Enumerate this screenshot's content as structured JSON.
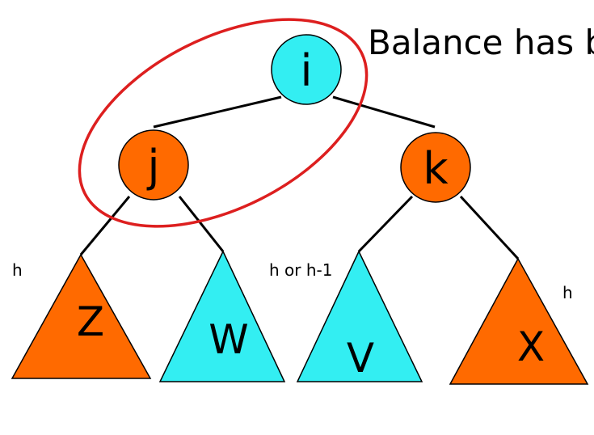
{
  "title": "Balance has b",
  "colors": {
    "cyan": "#33eef2",
    "orange": "#ff6a00",
    "outline": "#000000",
    "highlight": "#dd1f1f"
  },
  "nodes": [
    {
      "id": "i",
      "label": "i",
      "color": "cyan"
    },
    {
      "id": "j",
      "label": "j",
      "color": "orange"
    },
    {
      "id": "k",
      "label": "k",
      "color": "orange"
    }
  ],
  "subtrees": [
    {
      "id": "Z",
      "label": "Z",
      "color": "orange"
    },
    {
      "id": "W",
      "label": "W",
      "color": "cyan"
    },
    {
      "id": "V",
      "label": "V",
      "color": "cyan"
    },
    {
      "id": "X",
      "label": "X",
      "color": "orange"
    }
  ],
  "heights": {
    "z": "h",
    "v": "h or h-1",
    "x": "h"
  },
  "highlight": "i-j rotation pair"
}
